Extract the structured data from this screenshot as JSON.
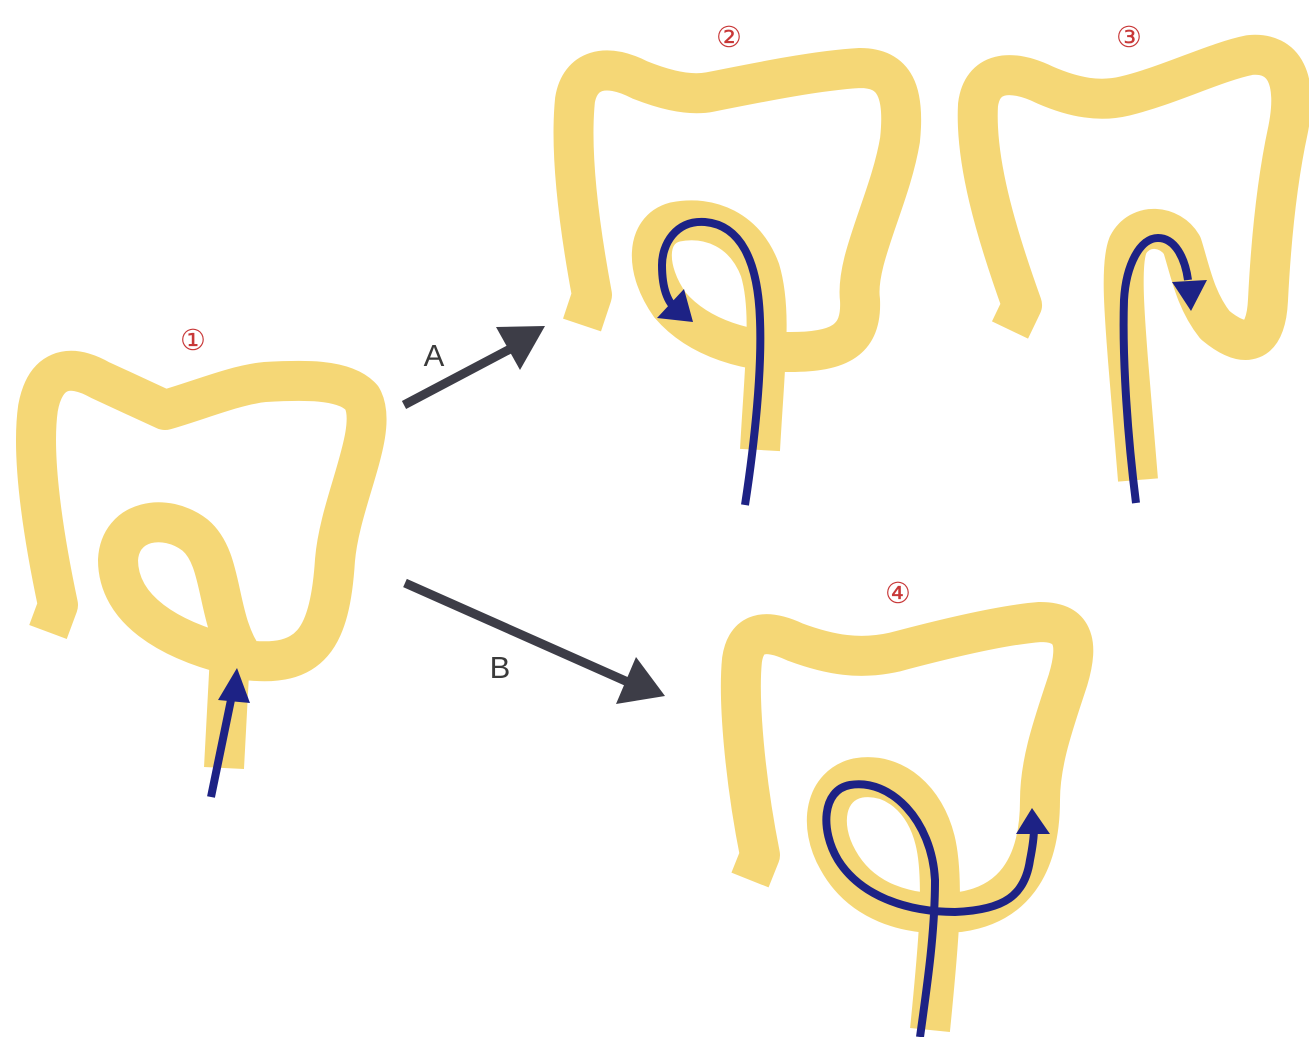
{
  "panels": [
    {
      "id": "p1",
      "label": "①"
    },
    {
      "id": "p2",
      "label": "②"
    },
    {
      "id": "p3",
      "label": "③"
    },
    {
      "id": "p4",
      "label": "④"
    }
  ],
  "transitions": [
    {
      "id": "a",
      "label": "A"
    },
    {
      "id": "b",
      "label": "B"
    }
  ],
  "colors": {
    "colon": "#f5d776",
    "endoscope": "#1d2285",
    "arrow": "#3d3d47",
    "step_number": "#c83838"
  }
}
